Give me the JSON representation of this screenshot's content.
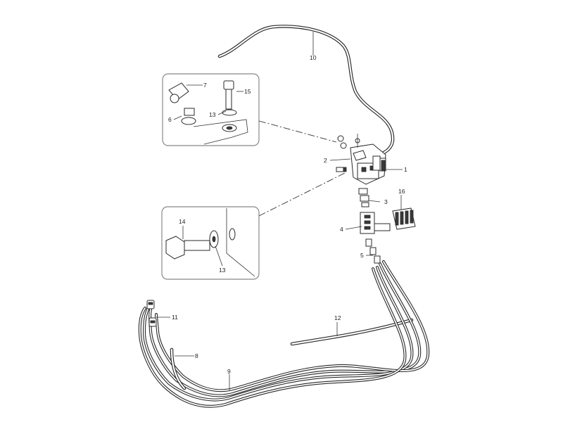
{
  "callouts": {
    "c1": "1",
    "c2": "2",
    "c3": "3",
    "c4": "4",
    "c5": "5",
    "c6": "6",
    "c7": "7",
    "c8": "8",
    "c9": "9",
    "c10": "10",
    "c11": "11",
    "c12": "12",
    "c13a": "13",
    "c13b": "13",
    "c14": "14",
    "c15": "15",
    "c16": "16"
  },
  "colors": {
    "line": "#2a2a2a",
    "box_border": "#888888",
    "background": "#ffffff"
  }
}
